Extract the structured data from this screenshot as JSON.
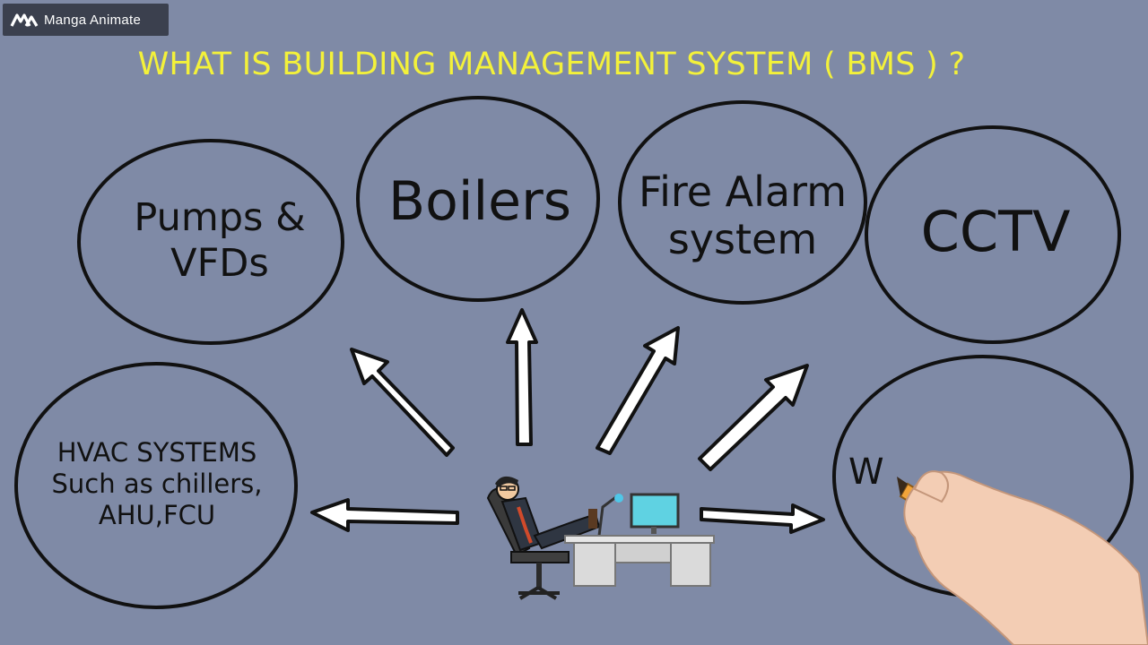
{
  "watermark": {
    "text": "Manga Animate",
    "icon": "manga-animate-logo-icon"
  },
  "title": "WHAT IS BUILDING MANAGEMENT SYSTEM ( BMS ) ?",
  "bubbles": {
    "pumps": {
      "line1": "Pumps &",
      "line2": "VFDs"
    },
    "boilers": {
      "line1": "Boilers"
    },
    "fire": {
      "line1": "Fire Alarm",
      "line2": "system"
    },
    "cctv": {
      "line1": "CCTV"
    },
    "hvac": {
      "line1": "HVAC SYSTEMS",
      "line2": "Such as chillers,",
      "line3": "AHU,FCU"
    },
    "partial": {
      "line1": "W"
    }
  },
  "colors": {
    "background": "#7f8aa6",
    "title": "#f3f13a",
    "outline": "#111111",
    "arrow_fill": "#ffffff"
  },
  "icons": [
    "businessman-at-desk-icon",
    "hand-holding-pencil-icon"
  ]
}
